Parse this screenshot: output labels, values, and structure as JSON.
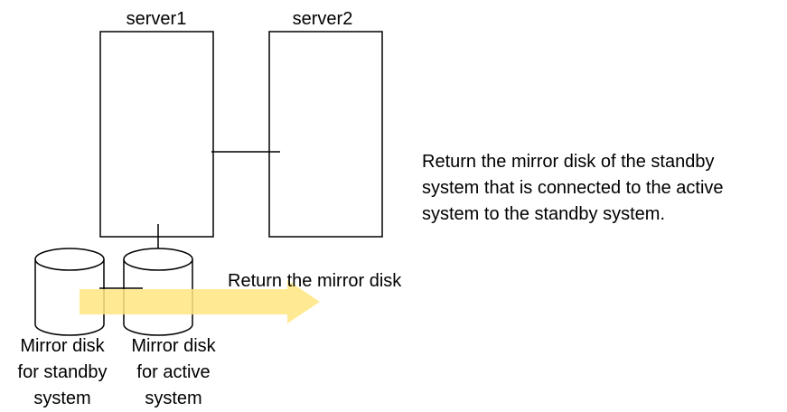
{
  "servers": [
    {
      "label": "server1"
    },
    {
      "label": "server2"
    }
  ],
  "disks": {
    "standby": {
      "lines": [
        "Mirror disk",
        "for standby",
        "system"
      ]
    },
    "active": {
      "lines": [
        "Mirror disk",
        "for active",
        "system"
      ]
    }
  },
  "arrow": {
    "label": "Return the mirror disk",
    "color": "#FFE680"
  },
  "description": {
    "lines": [
      "Return the mirror disk of the standby",
      "system that is connected to the active",
      "system to the standby system."
    ]
  }
}
